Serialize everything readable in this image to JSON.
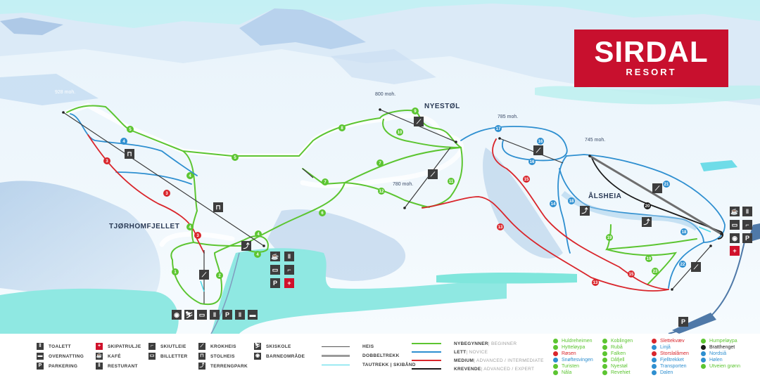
{
  "logo": {
    "title": "SIRDAL",
    "subtitle": "RESORT",
    "color": "#c8102e"
  },
  "areas": [
    {
      "name": "TJØRHOMFJELLET"
    },
    {
      "name": "NYESTØL"
    },
    {
      "name": "ÅLSHEIA"
    }
  ],
  "altitudes": [
    {
      "label": "928 moh."
    },
    {
      "label": "800 moh."
    },
    {
      "label": "780 moh."
    },
    {
      "label": "785 moh."
    },
    {
      "label": "745 moh."
    }
  ],
  "colors": {
    "beginner": "#5cc531",
    "novice": "#2e8fd0",
    "intermediate": "#d9262c",
    "expert": "#1b1b1b",
    "lift": "#3a3a3a",
    "tow": "#48d8e6",
    "water": "#7fe8e0",
    "sky": "#bfeef3"
  },
  "legend": {
    "facilities": [
      {
        "icon": "toilet-icon",
        "glyph": "‖",
        "label": "TOALETT"
      },
      {
        "icon": "bed-icon",
        "glyph": "▬",
        "label": "OVERNATTING"
      },
      {
        "icon": "parking-icon",
        "glyph": "P",
        "label": "PARKERING"
      },
      {
        "icon": "first-aid-icon",
        "glyph": "+",
        "label": "SKIPATRULJE"
      },
      {
        "icon": "cafe-icon",
        "glyph": "☕",
        "label": "KAFÉ"
      },
      {
        "icon": "restaurant-icon",
        "glyph": "‖",
        "label": "RESTURANT"
      },
      {
        "icon": "ski-rental-icon",
        "glyph": "⌐",
        "label": "SKIUTLEIE"
      },
      {
        "icon": "ticket-icon",
        "glyph": "▭",
        "label": "BILLETTER"
      },
      {
        "icon": "t-bar-icon",
        "glyph": "⟋",
        "label": "KROKHEIS"
      },
      {
        "icon": "chairlift-icon",
        "glyph": "⊓",
        "label": "STOLHEIS"
      },
      {
        "icon": "terrain-park-icon",
        "glyph": "⤴",
        "label": "TERRENGPARK"
      },
      {
        "icon": "ski-school-icon",
        "glyph": "⛷",
        "label": "SKISKOLE"
      },
      {
        "icon": "kids-area-icon",
        "glyph": "◉",
        "label": "BARNEOMRÅDE"
      }
    ],
    "lifts": [
      {
        "label": "HEIS"
      },
      {
        "label": "DOBBELTREKK"
      },
      {
        "label": "TAUTREKK | SKIBÅND"
      }
    ],
    "difficulty": [
      {
        "label": "NYBEGYNNER",
        "sub": "| BEGINNER",
        "color": "#5cc531"
      },
      {
        "label": "LETT",
        "sub": "| NOVICE",
        "color": "#2e8fd0"
      },
      {
        "label": "MEDIUM",
        "sub": "| ADVANCED / INTERMEDIATE",
        "color": "#d9262c"
      },
      {
        "label": "KREVENDE",
        "sub": "| ADVANCED / EXPERT",
        "color": "#1b1b1b"
      }
    ],
    "trails": [
      {
        "num": "1",
        "name": "Huldreheimen",
        "color": "#5cc531"
      },
      {
        "num": "2",
        "name": "Hytteløypa",
        "color": "#5cc531"
      },
      {
        "num": "3",
        "name": "Røsen",
        "color": "#d9262c"
      },
      {
        "num": "4",
        "name": "Snøftesvingen",
        "color": "#2e8fd0"
      },
      {
        "num": "5",
        "name": "Turisten",
        "color": "#5cc531"
      },
      {
        "num": "6",
        "name": "Nåla",
        "color": "#5cc531"
      },
      {
        "num": "7",
        "name": "Koblingen",
        "color": "#5cc531"
      },
      {
        "num": "8",
        "name": "Rubå",
        "color": "#5cc531"
      },
      {
        "num": "9",
        "name": "Falken",
        "color": "#5cc531"
      },
      {
        "num": "10",
        "name": "Dåfjell",
        "color": "#5cc531"
      },
      {
        "num": "11",
        "name": "Nyestøl",
        "color": "#5cc531"
      },
      {
        "num": "12",
        "name": "Revehiet",
        "color": "#5cc531"
      },
      {
        "num": "13",
        "name": "Slettekvæv",
        "color": "#d9262c"
      },
      {
        "num": "14",
        "name": "Linjå",
        "color": "#2e8fd0"
      },
      {
        "num": "15",
        "name": "Storslalåmen",
        "color": "#d9262c"
      },
      {
        "num": "16",
        "name": "Fjelltrekket",
        "color": "#2e8fd0"
      },
      {
        "num": "17",
        "name": "Transporten",
        "color": "#2e8fd0"
      },
      {
        "num": "18",
        "name": "Dalen",
        "color": "#2e8fd0"
      },
      {
        "num": "19",
        "name": "Humpeløypa",
        "color": "#5cc531"
      },
      {
        "num": "20",
        "name": "Bratthenget",
        "color": "#1b1b1b"
      },
      {
        "num": "21",
        "name": "Nordsiå",
        "color": "#2e8fd0"
      },
      {
        "num": "22",
        "name": "Hølen",
        "color": "#2e8fd0"
      },
      {
        "num": "23",
        "name": "Utveien grønn",
        "color": "#5cc531"
      }
    ]
  }
}
